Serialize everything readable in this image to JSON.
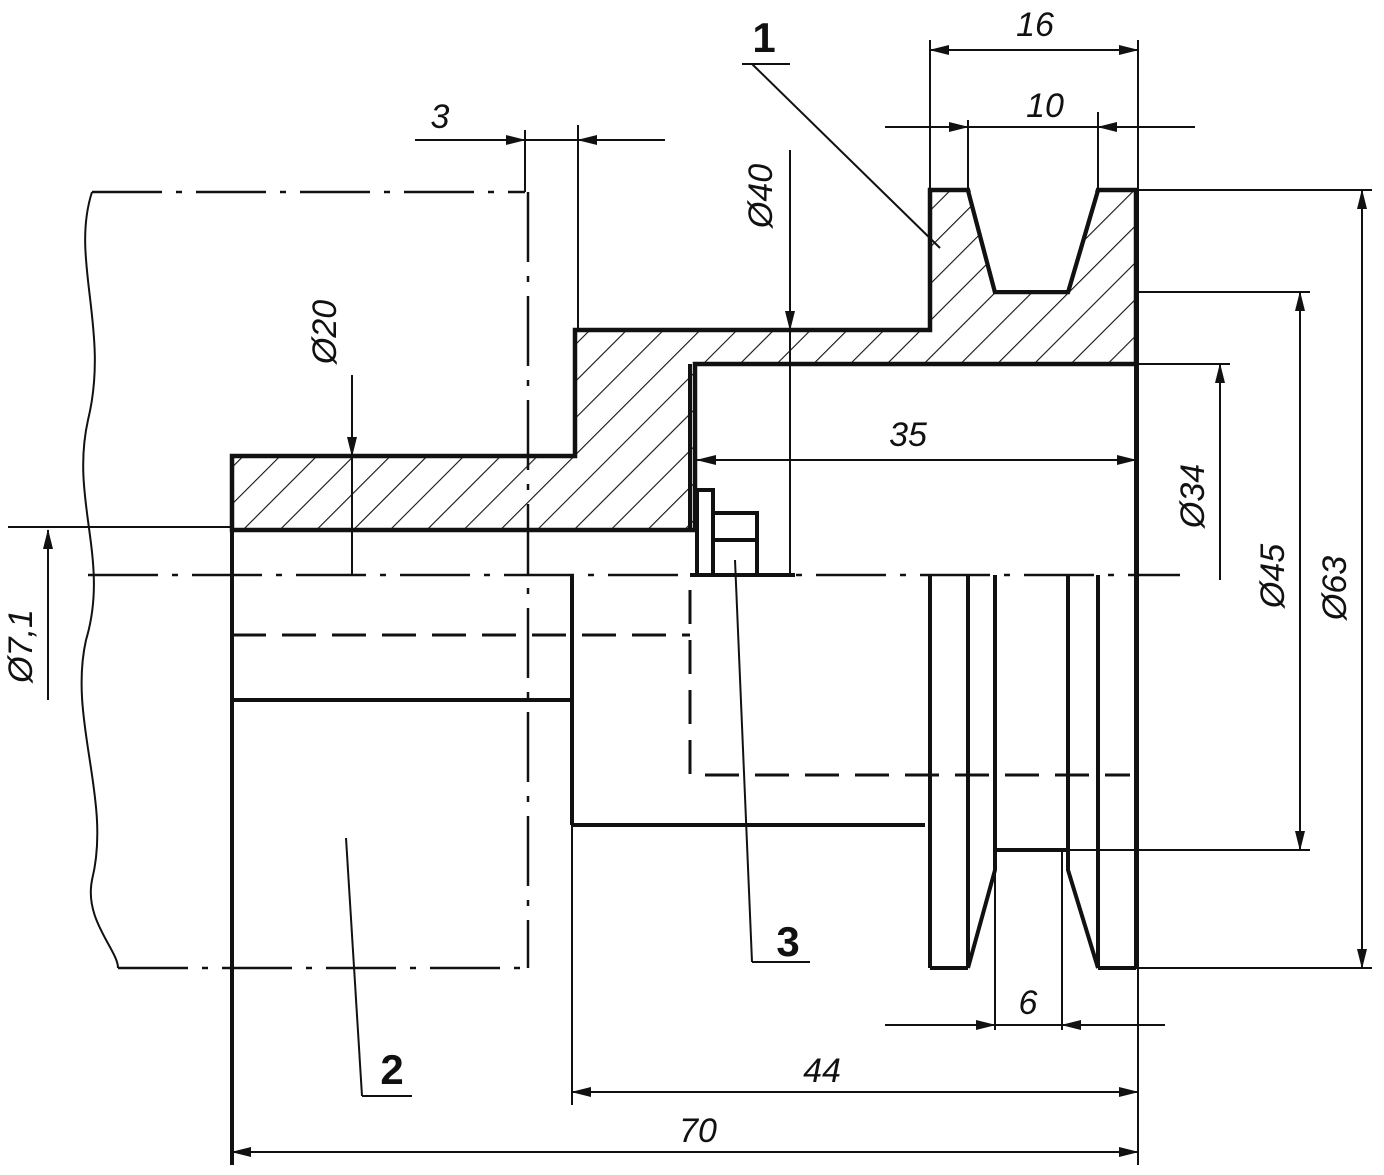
{
  "dimensions": {
    "d16": "16",
    "d10": "10",
    "d3": "3",
    "d35": "35",
    "d6": "6",
    "d44": "44",
    "d70": "70",
    "dia40": "Ø40",
    "dia20": "Ø20",
    "dia34": "Ø34",
    "dia45": "Ø45",
    "dia63": "Ø63",
    "dia7_1": "Ø7,1"
  },
  "leaders": {
    "part1": "1",
    "part2": "2",
    "part3": "3"
  }
}
